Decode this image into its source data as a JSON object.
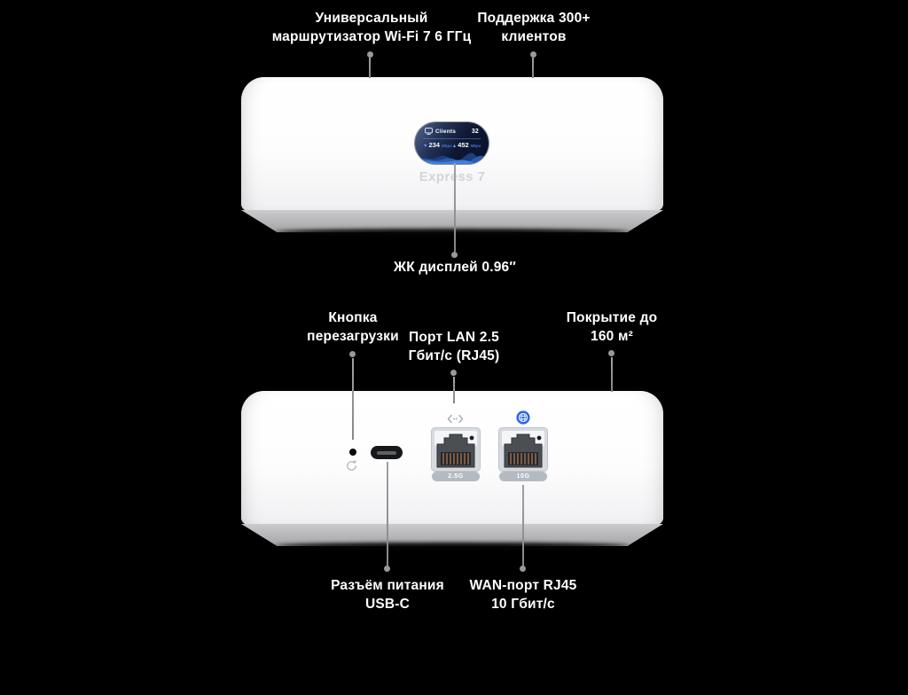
{
  "device": {
    "model": "Express 7"
  },
  "screen": {
    "clients_label": "Clients",
    "clients_value": "32",
    "download_value": "234",
    "download_unit": "Mbps",
    "upload_value": "452",
    "upload_unit": "Mbps"
  },
  "rear_ports": {
    "lan_speed": "2.5G",
    "wan_speed": "10G"
  },
  "annotations": {
    "router": {
      "line1": "Универсальный",
      "line2": "маршрутизатор Wi-Fi 7 6 ГГц"
    },
    "clients": {
      "line1": "Поддержка 300+",
      "line2": "клиентов"
    },
    "display": {
      "line1": "ЖК дисплей 0.96″"
    },
    "reset": {
      "line1": "Кнопка",
      "line2": "перезагрузки"
    },
    "lan": {
      "line1": "Порт LAN 2.5",
      "line2": "Гбит/с (RJ45)"
    },
    "coverage": {
      "line1": "Покрытие до",
      "line2": "160 м²"
    },
    "power": {
      "line1": "Разъём питания",
      "line2": "USB-C"
    },
    "wan": {
      "line1": "WAN-порт RJ45",
      "line2": "10 Гбит/с"
    }
  },
  "colors": {
    "background": "#000000",
    "label_text": "#ffffff",
    "callout_gray": "#98999d",
    "wan_globe_blue": "#2d66ef",
    "screen_accent_blue": "#4272d8"
  }
}
